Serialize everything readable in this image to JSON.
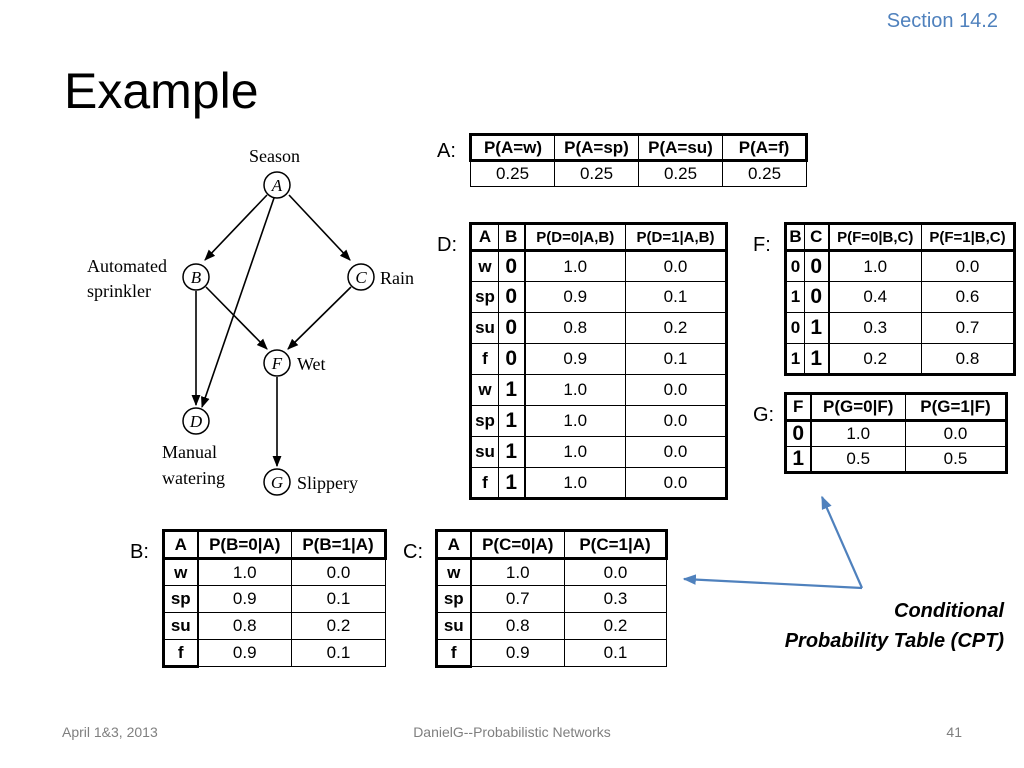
{
  "slide": {
    "section": "Section 14.2",
    "title": "Example",
    "footer": {
      "date": "April 1&3, 2013",
      "author": "DanielG--Probabilistic Networks",
      "page": "41"
    }
  },
  "network": {
    "nodes": {
      "A": {
        "letter": "A",
        "label": "Season"
      },
      "B": {
        "letter": "B",
        "label1": "Automated",
        "label2": "sprinkler"
      },
      "C": {
        "letter": "C",
        "label": "Rain"
      },
      "F": {
        "letter": "F",
        "label": "Wet"
      },
      "D": {
        "letter": "D",
        "label1": "Manual",
        "label2": "watering"
      },
      "G": {
        "letter": "G",
        "label": "Slippery"
      }
    },
    "edges": [
      [
        "A",
        "B"
      ],
      [
        "A",
        "C"
      ],
      [
        "A",
        "D"
      ],
      [
        "B",
        "F"
      ],
      [
        "C",
        "F"
      ],
      [
        "B",
        "D"
      ],
      [
        "F",
        "G"
      ]
    ]
  },
  "tables": {
    "A": {
      "label": "A:",
      "headers": [
        "P(A=w)",
        "P(A=sp)",
        "P(A=su)",
        "P(A=f)"
      ],
      "rows": [
        [
          "0.25",
          "0.25",
          "0.25",
          "0.25"
        ]
      ]
    },
    "D": {
      "label": "D:",
      "headers": [
        "A",
        "B",
        "P(D=0|A,B)",
        "P(D=1|A,B)"
      ],
      "rows": [
        [
          "w",
          "0",
          "1.0",
          "0.0"
        ],
        [
          "sp",
          "0",
          "0.9",
          "0.1"
        ],
        [
          "su",
          "0",
          "0.8",
          "0.2"
        ],
        [
          "f",
          "0",
          "0.9",
          "0.1"
        ],
        [
          "w",
          "1",
          "1.0",
          "0.0"
        ],
        [
          "sp",
          "1",
          "1.0",
          "0.0"
        ],
        [
          "su",
          "1",
          "1.0",
          "0.0"
        ],
        [
          "f",
          "1",
          "1.0",
          "0.0"
        ]
      ]
    },
    "F": {
      "label": "F:",
      "headers": [
        "B",
        "C",
        "P(F=0|B,C)",
        "P(F=1|B,C)"
      ],
      "rows": [
        [
          "0",
          "0",
          "1.0",
          "0.0"
        ],
        [
          "1",
          "0",
          "0.4",
          "0.6"
        ],
        [
          "0",
          "1",
          "0.3",
          "0.7"
        ],
        [
          "1",
          "1",
          "0.2",
          "0.8"
        ]
      ]
    },
    "G": {
      "label": "G:",
      "headers": [
        "F",
        "P(G=0|F)",
        "P(G=1|F)"
      ],
      "rows": [
        [
          "0",
          "1.0",
          "0.0"
        ],
        [
          "1",
          "0.5",
          "0.5"
        ]
      ]
    },
    "B": {
      "label": "B:",
      "headers": [
        "A",
        "P(B=0|A)",
        "P(B=1|A)"
      ],
      "rows": [
        [
          "w",
          "1.0",
          "0.0"
        ],
        [
          "sp",
          "0.9",
          "0.1"
        ],
        [
          "su",
          "0.8",
          "0.2"
        ],
        [
          "f",
          "0.9",
          "0.1"
        ]
      ]
    },
    "C": {
      "label": "C:",
      "headers": [
        "A",
        "P(C=0|A)",
        "P(C=1|A)"
      ],
      "rows": [
        [
          "w",
          "1.0",
          "0.0"
        ],
        [
          "sp",
          "0.7",
          "0.3"
        ],
        [
          "su",
          "0.8",
          "0.2"
        ],
        [
          "f",
          "0.9",
          "0.1"
        ]
      ]
    }
  },
  "annotation": {
    "line1": "Conditional",
    "line2": "Probability Table (CPT)",
    "arrow_color": "#4F81BD"
  }
}
